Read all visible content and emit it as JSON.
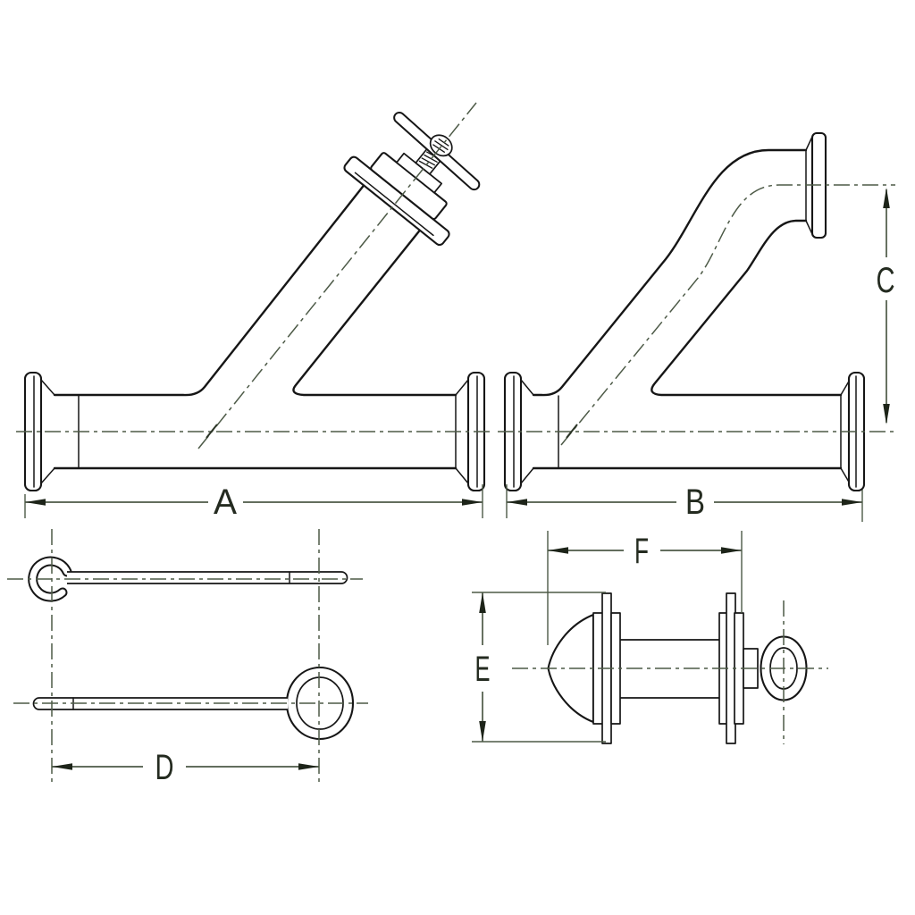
{
  "drawing": {
    "type": "technical-line-drawing",
    "subject": "sanitary Y-branch pipe fittings with valve, pull rods and plug assembly",
    "labels": {
      "a": "A",
      "b": "B",
      "c": "C",
      "d": "D",
      "e": "E",
      "f": "F"
    },
    "colors": {
      "paper": "#ffffff",
      "ink": "#161616",
      "centerline": "#4d5a47",
      "label_ink": "#242b20"
    }
  }
}
